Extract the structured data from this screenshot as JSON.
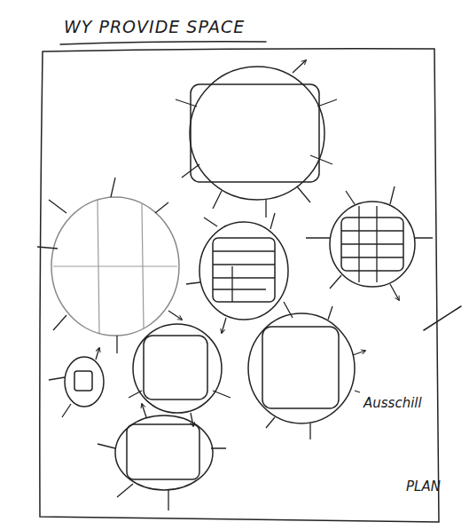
{
  "diagram": {
    "title": "WY PROVIDE SPACE",
    "labels": [
      "Ausschill",
      "PLAN"
    ]
  }
}
